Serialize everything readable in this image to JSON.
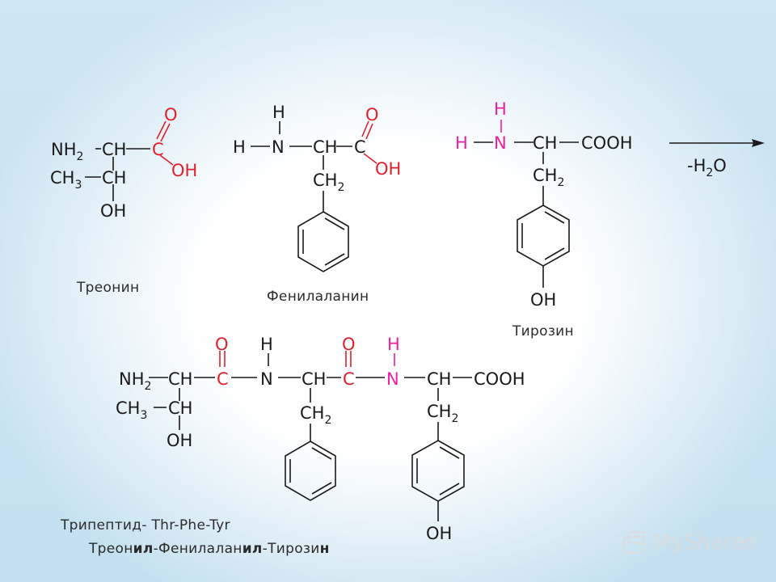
{
  "colors": {
    "black": "#1a1a1a",
    "red": "#e0202c",
    "magenta": "#ee1fa0"
  },
  "atoms": {
    "nh2": "NH",
    "ch": "CH",
    "ch3": "CH",
    "ch2": "CH",
    "c": "C",
    "o": "O",
    "oh": "OH",
    "h": "H",
    "n": "N",
    "cooh": "COOH",
    "sub2": "2",
    "sub3": "3",
    "minus_h2o": "-H",
    "minus_h2o_o": "O"
  },
  "labels": {
    "threonine": "Треонин",
    "phenylalanine": "Фенилаланин",
    "tyrosine": "Тирозин",
    "tripeptide": "Трипептид- Thr-Phe-Tyr",
    "name_p1": "Треон",
    "name_b1": "ил",
    "name_p2": "-Фенилалан",
    "name_b2": "ил",
    "name_p3": "-Тирози",
    "name_b3": "н"
  },
  "watermark": "MyShared"
}
